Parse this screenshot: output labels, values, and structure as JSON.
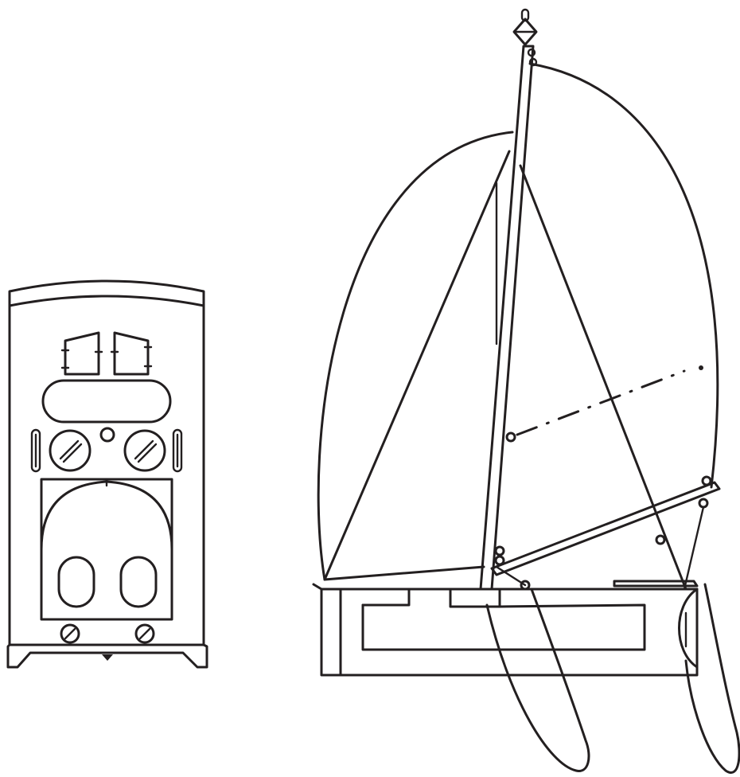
{
  "drawing": {
    "kind": "line-art",
    "line_color": "#231f20",
    "background": "#ffffff",
    "subjects": [
      {
        "id": "train-front-view",
        "icon": "locomotive-front-icon"
      },
      {
        "id": "catamaran-side-view",
        "icon": "sailboat-icon"
      }
    ]
  }
}
